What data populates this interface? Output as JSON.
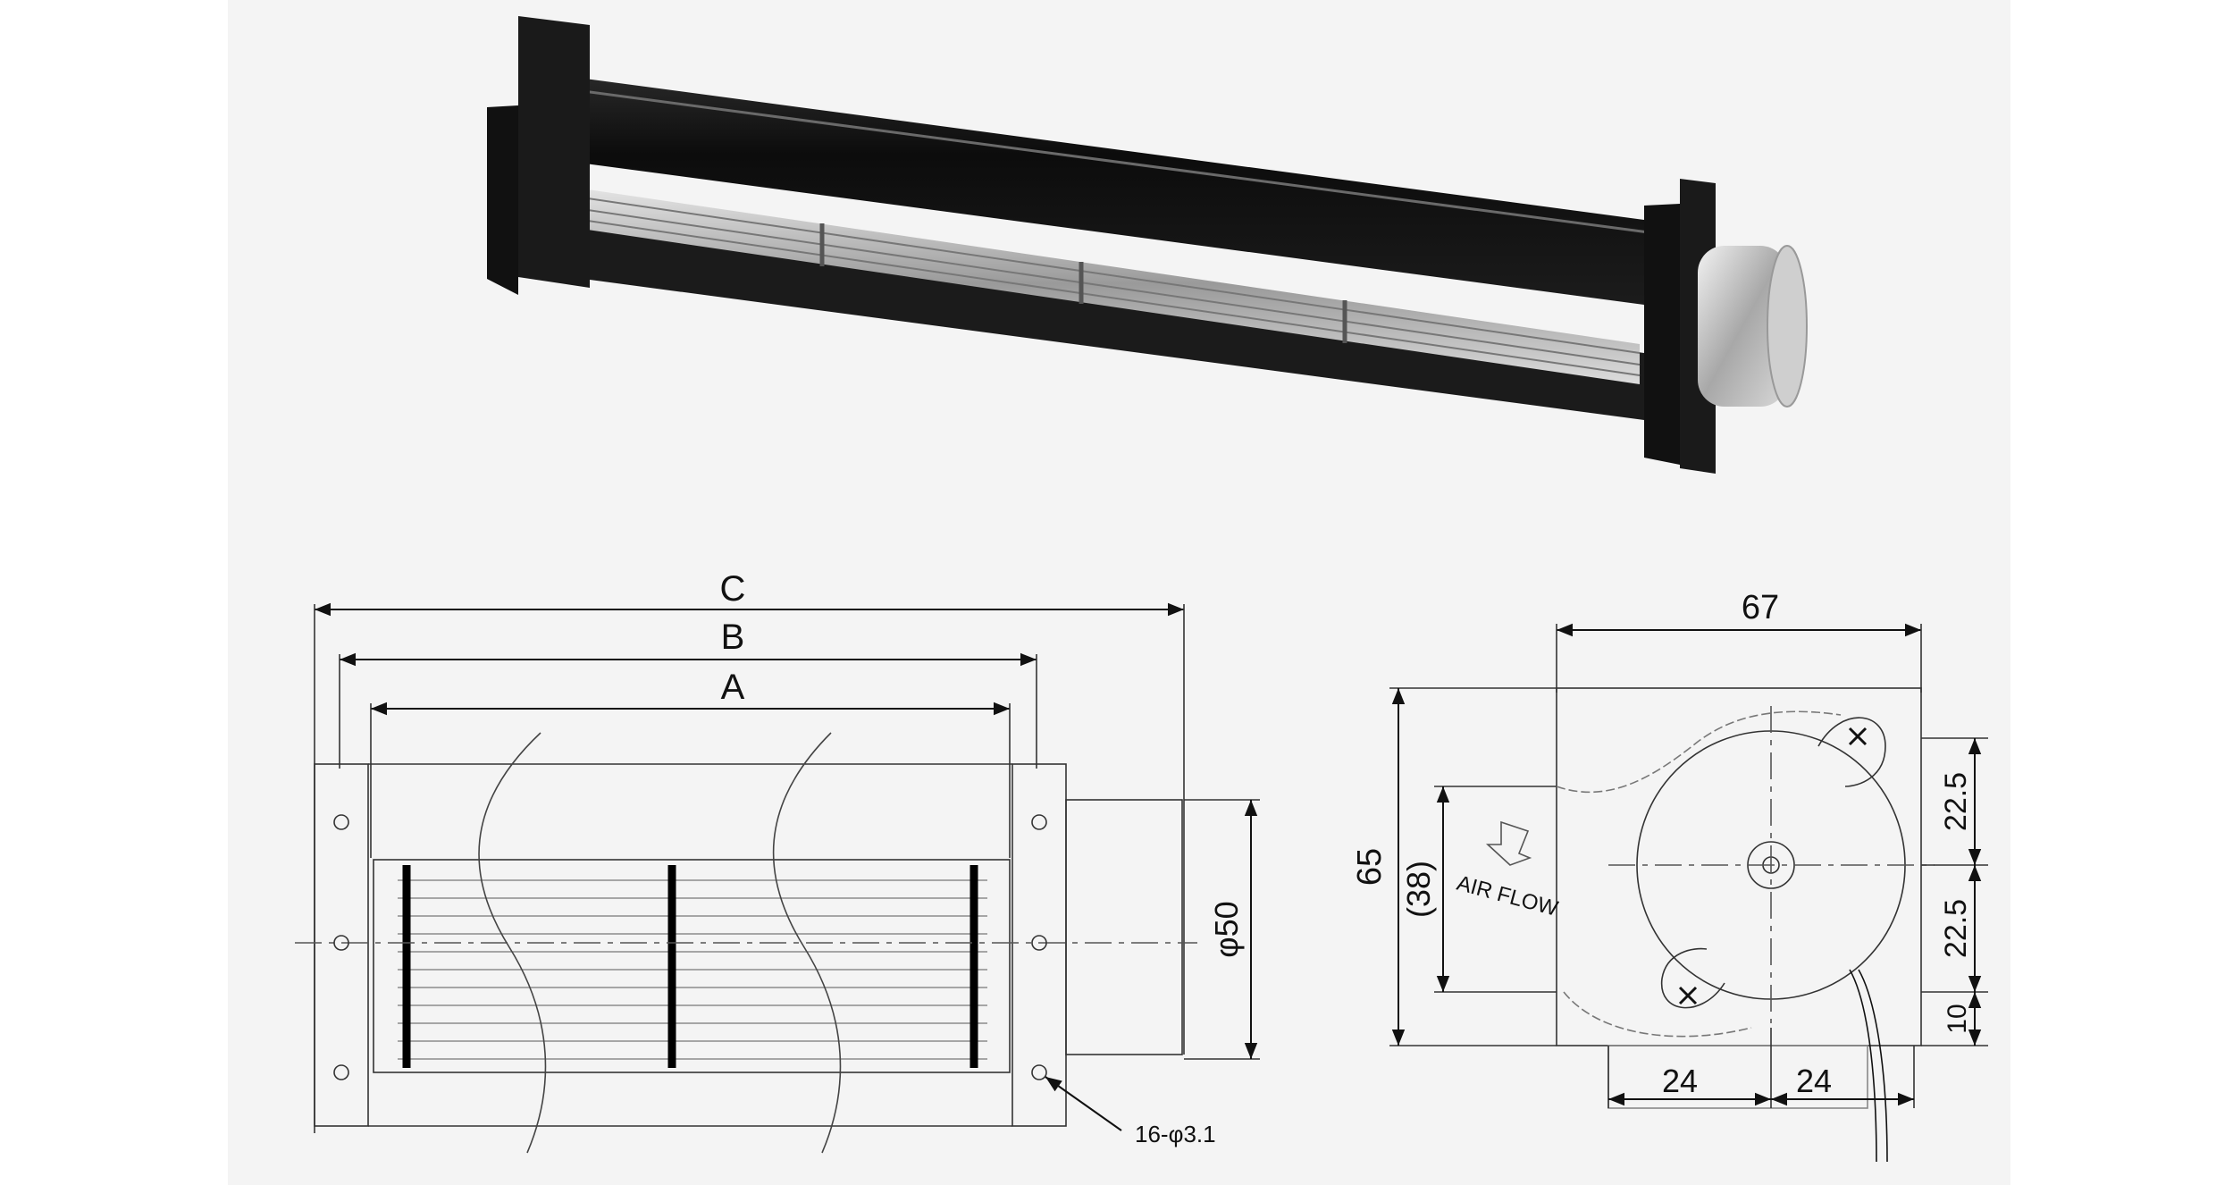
{
  "product_photo": {
    "subject": "cross-flow tangential fan with motor",
    "colors": {
      "housing": "#151515",
      "impeller": "#c9c9c9",
      "motor_can": "#bdbdbd",
      "background": "#f4f4f4"
    }
  },
  "front_view": {
    "dim_c": "C",
    "dim_b": "B",
    "dim_a": "A",
    "diameter": "φ50",
    "holes": "16-φ3.1"
  },
  "side_view": {
    "width": "67",
    "height": "65",
    "outlet": "(38)",
    "airflow": "AIR FLOW",
    "upper_offset": "22.5",
    "lower_offset": "22.5",
    "bottom_gap": "10",
    "left_spacing": "24",
    "right_spacing": "24"
  }
}
